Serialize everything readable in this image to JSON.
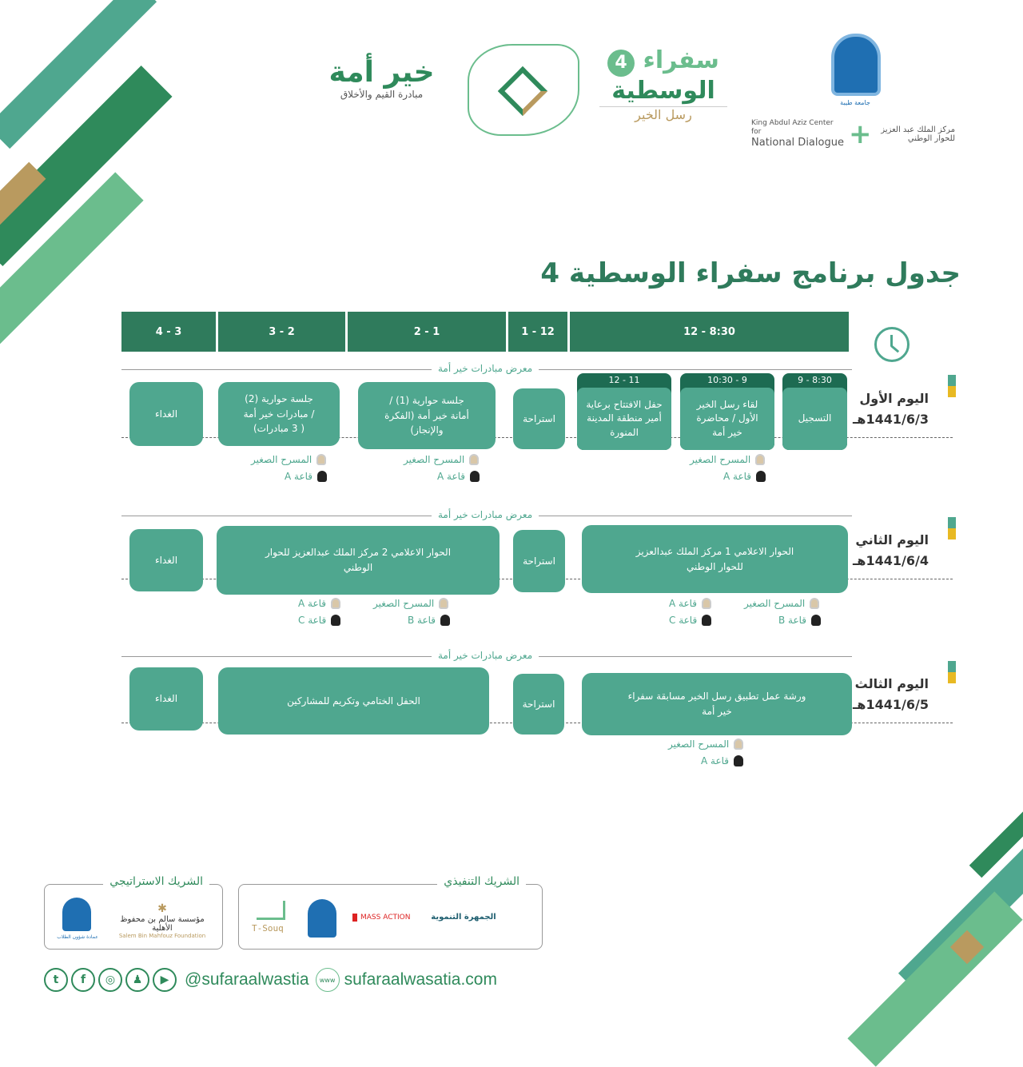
{
  "header": {
    "khair_logo": "خير أمة",
    "khair_sub": "مبادرة القيم والأخلاق",
    "sufara_logo": {
      "line1": "سفراء",
      "number": "4",
      "line2": "الوسطية",
      "line3": "رسل الخير"
    },
    "kacnd": {
      "en1": "King Abdul Aziz Center for",
      "en2": "National Dialogue",
      "ar": "مركز الملك عبد العزيز للحوار الوطني"
    },
    "university": "جامعة طيبة"
  },
  "title": "جدول برنامج سفراء الوسطية 4",
  "time_headers": [
    "4 - 3",
    "3 - 2",
    "2 - 1",
    "1 - 12",
    "12 - 8:30"
  ],
  "exhibition": "معرض مبادرات خير أمة",
  "days": [
    {
      "name": "اليوم الأول",
      "date": "1441/6/3هـ",
      "sessions": {
        "registration": {
          "time": "9 - 8:30",
          "label": "التسجيل"
        },
        "meeting": {
          "time": "10:30 - 9",
          "label": "لقاء رسل الخير الأول / محاضرة خير أمة"
        },
        "opening": {
          "time": "12 - 11",
          "label": "حفل الافتتاح برعاية أمير منطقة المدينة المنورة"
        },
        "break": "استراحة",
        "dialog1": "جلسة حوارية (1) / أمانة خير أمة (الفكرة والإنجاز)",
        "dialog2": "جلسة حوارية (2) / مبادرات خير أمة ( 3 مبادرات)",
        "lunch": "الغداء"
      },
      "locations": {
        "men": "المسرح الصغير",
        "women": "قاعة A"
      }
    },
    {
      "name": "اليوم الثاني",
      "date": "1441/6/4هـ",
      "sessions": {
        "media1": "الحوار الاعلامي 1 مركز الملك عبدالعزيز للحوار الوطني",
        "break": "استراحة",
        "media2": "الحوار الاعلامي 2 مركز الملك عبدالعزيز للحوار الوطني",
        "lunch": "الغداء"
      },
      "locations": {
        "men_a": "المسرح الصغير",
        "women_a": "قاعة B",
        "men_b": "قاعة A",
        "women_b": "قاعة C"
      }
    },
    {
      "name": "اليوم الثالث",
      "date": "1441/6/5هـ",
      "sessions": {
        "workshop": "ورشة عمل تطبيق رسل الخير مسابقة سفراء خير أمة",
        "break": "استراحة",
        "closing": "الحفل الختامي وتكريم للمشاركين",
        "lunch": "الغداء"
      },
      "locations": {
        "men": "المسرح الصغير",
        "women": "قاعة A"
      }
    }
  ],
  "partners": {
    "strategic": {
      "title": "الشريك الاستراتيجي",
      "items": [
        "مؤسسة سالم بن محفوظ الأهلية",
        "Salem Bin Mahfouz Foundation",
        "عمادة شؤون الطلاب"
      ]
    },
    "executive": {
      "title": "الشريك التنفيذي",
      "items": [
        "الجمهرة التنموية",
        "MASS ACTION",
        "T-Souq"
      ]
    }
  },
  "footer": {
    "handle": "@sufaraalwastia",
    "www": "www",
    "website": "sufaraalwasatia.com",
    "social": [
      "twitter",
      "facebook",
      "instagram",
      "snapchat",
      "youtube"
    ]
  },
  "colors": {
    "primary": "#4fa78f",
    "dark": "#1d6b52",
    "accent": "#e8b923",
    "gold": "#b99a5f"
  }
}
